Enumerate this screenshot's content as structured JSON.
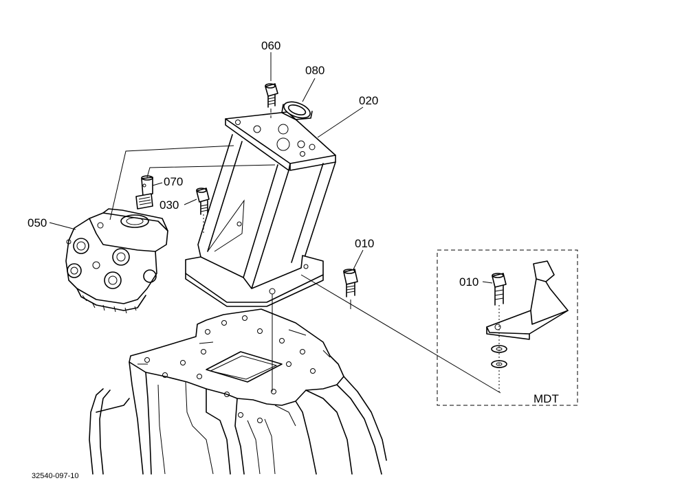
{
  "callouts": {
    "p060": "060",
    "p080": "080",
    "p020": "020",
    "p070": "070",
    "p030": "030",
    "p050": "050",
    "p010_main": "010",
    "p010_mdt": "010"
  },
  "mdt_label": "MDT",
  "drawing_ref": "32540-097-10"
}
